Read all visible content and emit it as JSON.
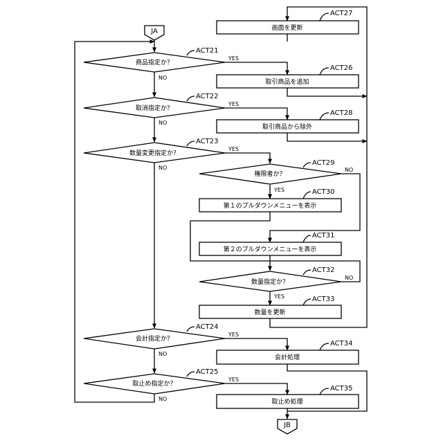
{
  "connectors": {
    "start": "JA",
    "end": "JB"
  },
  "steps": {
    "act21": {
      "tag": "ACT21",
      "text": "商品指定か？"
    },
    "act22": {
      "tag": "ACT22",
      "text": "取消指定か？"
    },
    "act23": {
      "tag": "ACT23",
      "text": "数量変更指定か？"
    },
    "act24": {
      "tag": "ACT24",
      "text": "会計指定か？"
    },
    "act25": {
      "tag": "ACT25",
      "text": "取止め指定か？"
    },
    "act26": {
      "tag": "ACT26",
      "text": "取引商品を追加"
    },
    "act27": {
      "tag": "ACT27",
      "text": "画面を更新"
    },
    "act28": {
      "tag": "ACT28",
      "text": "取引商品から除外"
    },
    "act29": {
      "tag": "ACT29",
      "text": "権限者か？"
    },
    "act30": {
      "tag": "ACT30",
      "text": "第１のプルダウンメニューを表示"
    },
    "act31": {
      "tag": "ACT31",
      "text": "第２のプルダウンメニューを表示"
    },
    "act32": {
      "tag": "ACT32",
      "text": "数量指定か？"
    },
    "act33": {
      "tag": "ACT33",
      "text": "数量を更新"
    },
    "act34": {
      "tag": "ACT34",
      "text": "会計処理"
    },
    "act35": {
      "tag": "ACT35",
      "text": "取止め処理"
    }
  },
  "branch": {
    "yes": "YES",
    "no": "NO"
  }
}
